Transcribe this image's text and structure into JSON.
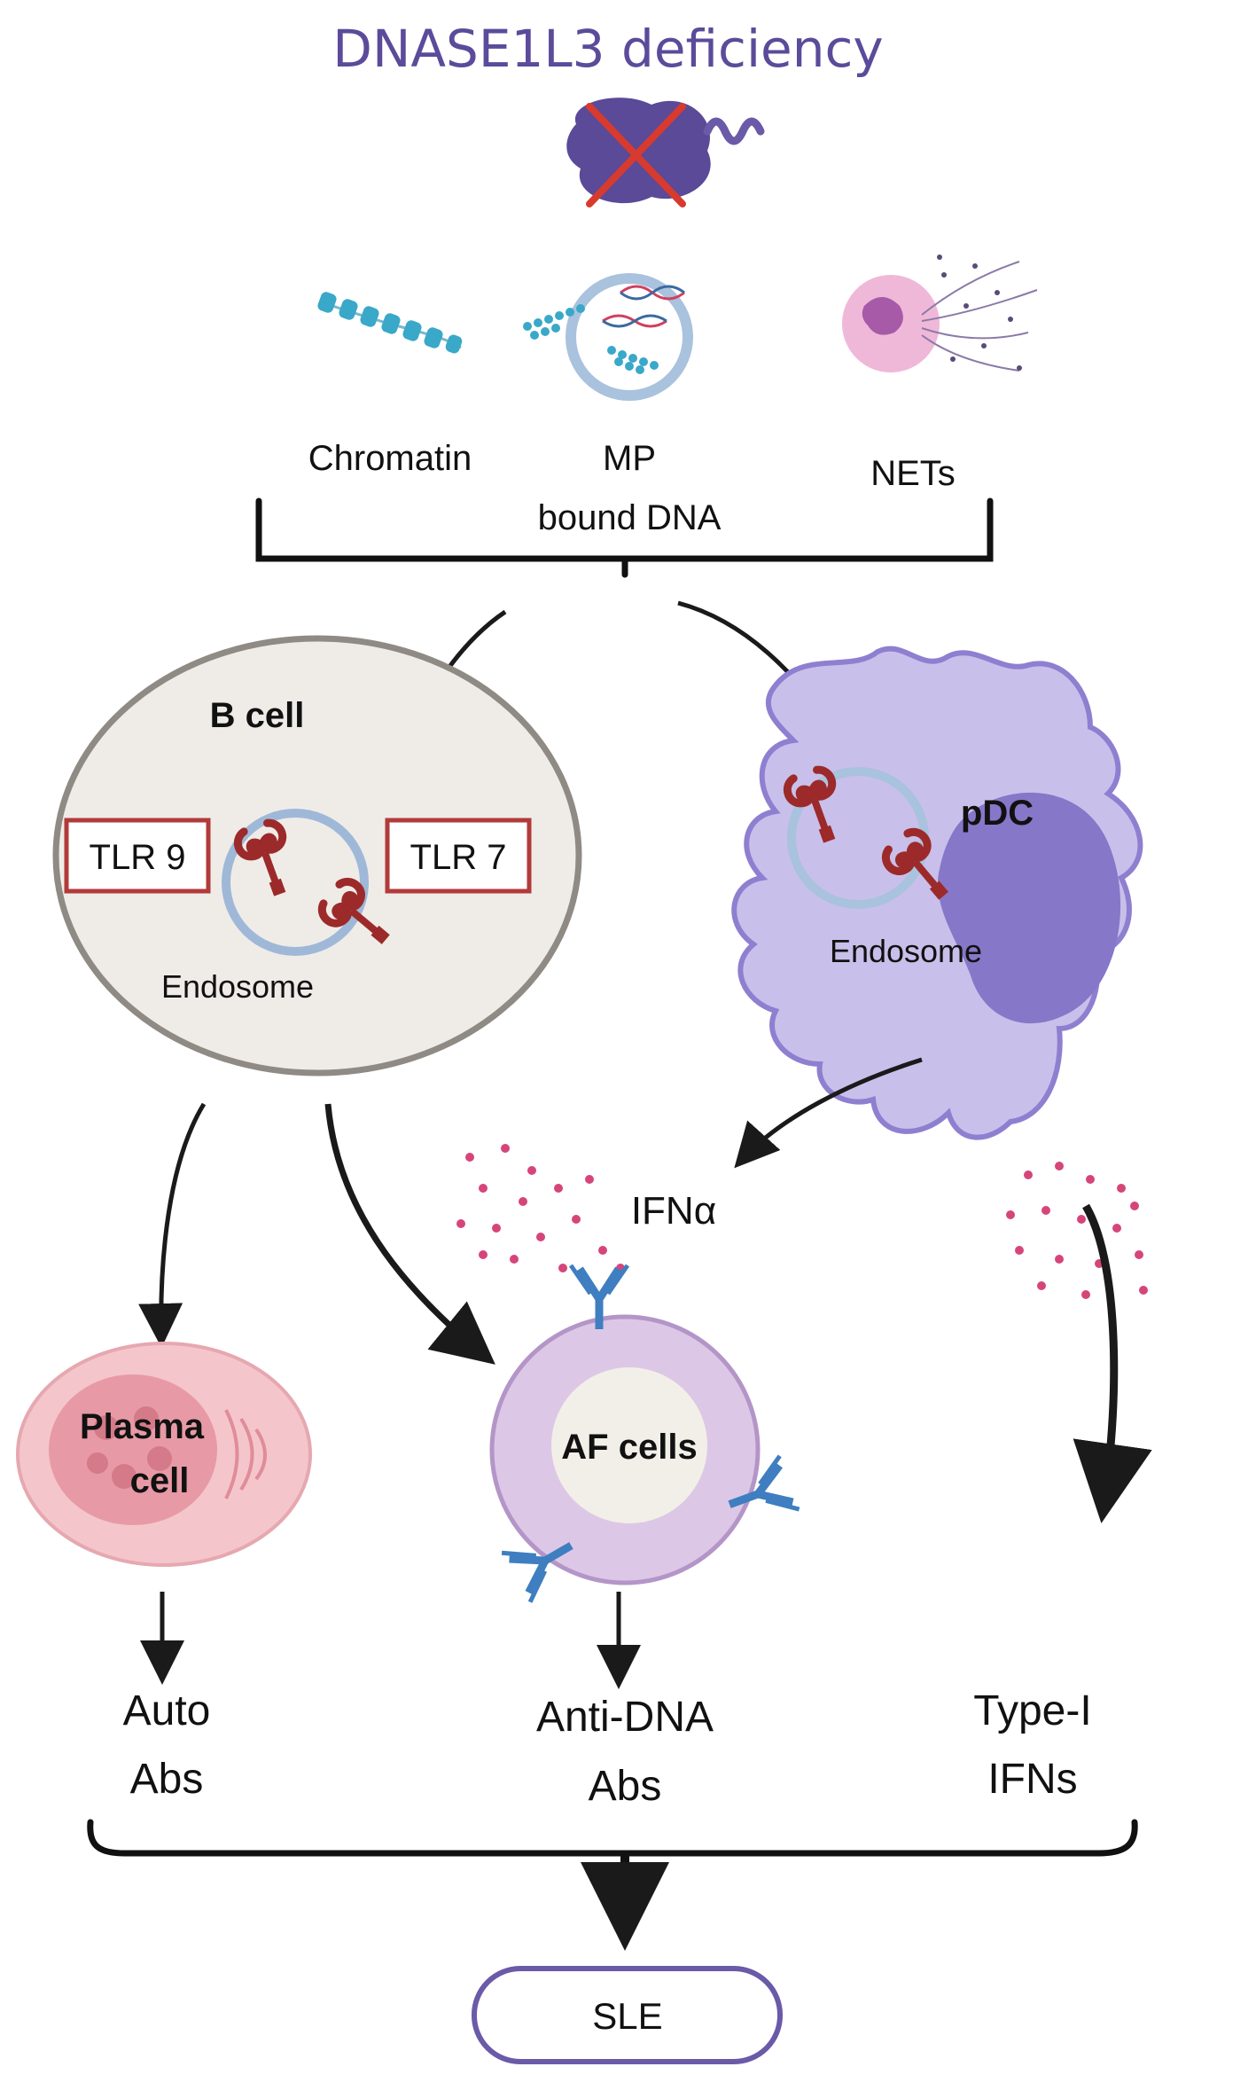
{
  "title": "DNASE1L3 deficiency",
  "sources": {
    "chromatin": "Chromatin",
    "mp_line1": "MP",
    "mp_line2": "bound DNA",
    "nets": "NETs"
  },
  "b_cell": {
    "label": "B cell",
    "tlr9": "TLR 9",
    "tlr7": "TLR 7",
    "endosome": "Endosome"
  },
  "pdc": {
    "label": "pDC",
    "endosome": "Endosome"
  },
  "ifn_label": "IFNα",
  "plasma_cell": {
    "line1": "Plasma",
    "line2": "cell"
  },
  "af_cells": "AF cells",
  "outputs": {
    "auto_abs_line1": "Auto",
    "auto_abs_line2": "Abs",
    "anti_dna_line1": "Anti-DNA",
    "anti_dna_line2": "Abs",
    "type_i_line1": "Type-I",
    "type_i_line2": "IFNs"
  },
  "outcome": "SLE",
  "colors": {
    "title": "#5b4b9a",
    "protein": "#5a4a98",
    "cross": "#d83a2e",
    "tlr": "#9c2a2a",
    "box_border": "#b23a3a",
    "endosome": "#9fb8d8",
    "b_cell_fill": "#efece8",
    "b_cell_border": "#8f8a84",
    "pdc_fill": "#c8c0ea",
    "pdc_border": "#8f7fd0",
    "pdc_nucleus": "#8777c8",
    "dots": "#d6457a",
    "plasma_fill": "#f4c6cc",
    "af_fill": "#dcc8e6",
    "antibody": "#3f7ec0",
    "sle_border": "#6a5aa8",
    "chromatin": "#3aa8c8"
  }
}
